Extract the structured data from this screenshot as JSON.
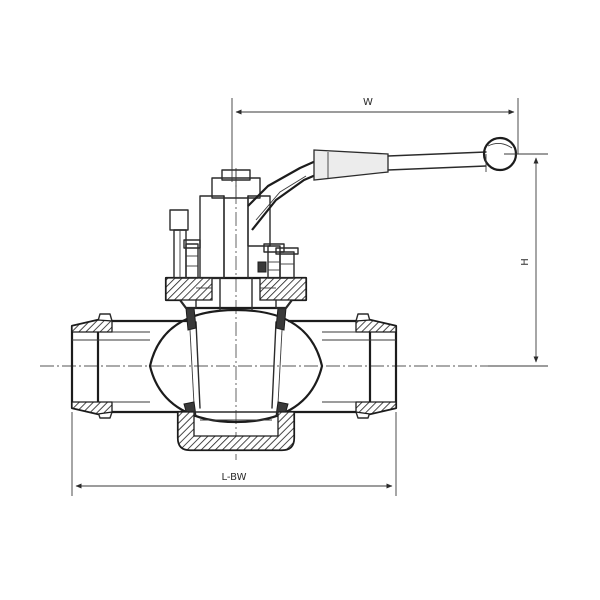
{
  "dimensions": {
    "width_label": "W",
    "height_label": "H",
    "length_label": "L-BW"
  }
}
